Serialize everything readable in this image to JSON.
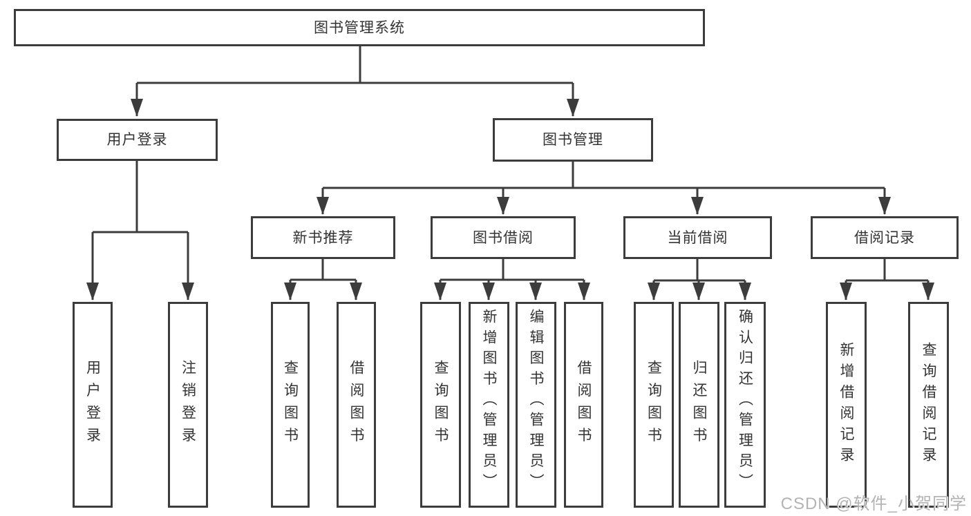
{
  "colors": {
    "line": "#3c3c3c",
    "text": "#333333",
    "background": "#ffffff",
    "watermark": "#b3b3b3"
  },
  "diagram": {
    "root": "图书管理系统",
    "level1": {
      "user_login": "用户登录",
      "book_management": "图书管理"
    },
    "level2": {
      "new_book_recommend": "新书推荐",
      "book_borrow": "图书借阅",
      "current_borrow": "当前借阅",
      "borrow_records": "借阅记录"
    },
    "leaves": {
      "user_login": "用户登录",
      "logout": "注销登录",
      "recommend_query_books": "查询图书",
      "recommend_borrow_books": "借阅图书",
      "borrow_query_books": "查询图书",
      "borrow_add_books_admin": "新增图书（管理员）",
      "borrow_edit_books_admin": "编辑图书（管理员）",
      "borrow_borrow_books": "借阅图书",
      "current_query_books": "查询图书",
      "current_return_books": "归还图书",
      "current_confirm_return_admin": "确认归还（管理员）",
      "records_add_record": "新增借阅记录",
      "records_query_record": "查询借阅记录"
    }
  },
  "watermark": "CSDN @软件_小贺同学"
}
